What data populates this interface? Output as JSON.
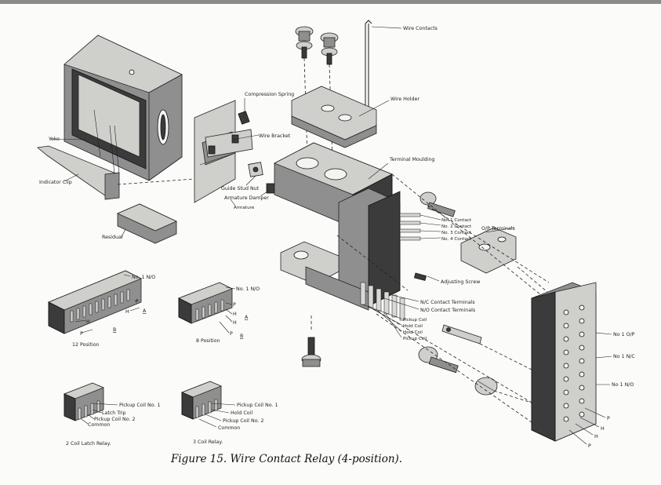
{
  "labels": {
    "yoke": "Yoke",
    "indicator_clip": "Indicator Clip",
    "residual": "Residual",
    "compression_spring": "Compression Spring",
    "wire_bracket": "Wire Bracket",
    "guide_stud_nut": "Guide Stud Nut",
    "armature_damper": "Armature Damper",
    "armature": "Armature",
    "wire_contacts": "Wire Contacts",
    "wire_holder": "Wire Holder",
    "terminal_moulding": "Terminal Moulding",
    "no1_contact": "No. 1 Contact",
    "no2_contact": "No. 2 Contact",
    "no3_contact": "No. 3 Contact",
    "no4_contact": "No. 4 Contact",
    "op_terminals": "O/P Terminals",
    "adjusting_screw": "Adjusting Screw",
    "nc_contact_terminals": "N/C Contact Terminals",
    "no_contact_terminals": "N/O Contact Terminals",
    "pickup_coil_1": "Pickup Coil",
    "hold_coil_1": "Hold Coil",
    "hold_coil_2": "Hold Coil",
    "pickup_coil_2": "Pickup Coil",
    "r_no1_op": "No 1 O/P",
    "r_no1_nc": "No 1 N/C",
    "r_no1_no": "No 1 N/O",
    "r_p": "P",
    "r_h1": "H",
    "r_h2": "H",
    "r_p2": "P"
  },
  "insets": {
    "pos12": {
      "no1_no": "No. 1 N/O",
      "p": "P",
      "h": "H",
      "a": "A",
      "h2": "H",
      "p2": "P",
      "b": "B",
      "title": "12 Position"
    },
    "pos8": {
      "no1_no": "No. 1 N/O",
      "p": "P",
      "h": "H",
      "a": "A",
      "h2": "H",
      "p2": "P",
      "b": "B",
      "title": "8 Position"
    },
    "latch": {
      "pickup1": "Pickup Coil No. 1",
      "latch_trip": "Latch Trip",
      "pickup2": "Pickup Coil No. 2",
      "common": "Common",
      "title": "2 Coil  Latch Relay."
    },
    "coil3": {
      "pickup1": "Pickup Coil No. 1",
      "hold": "Hold Coil",
      "pickup2": "Pickup Coil No. 2",
      "common": "Common",
      "title": "3 Coil Relay."
    }
  },
  "caption": "Figure 15. Wire Contact Relay (4-position)."
}
